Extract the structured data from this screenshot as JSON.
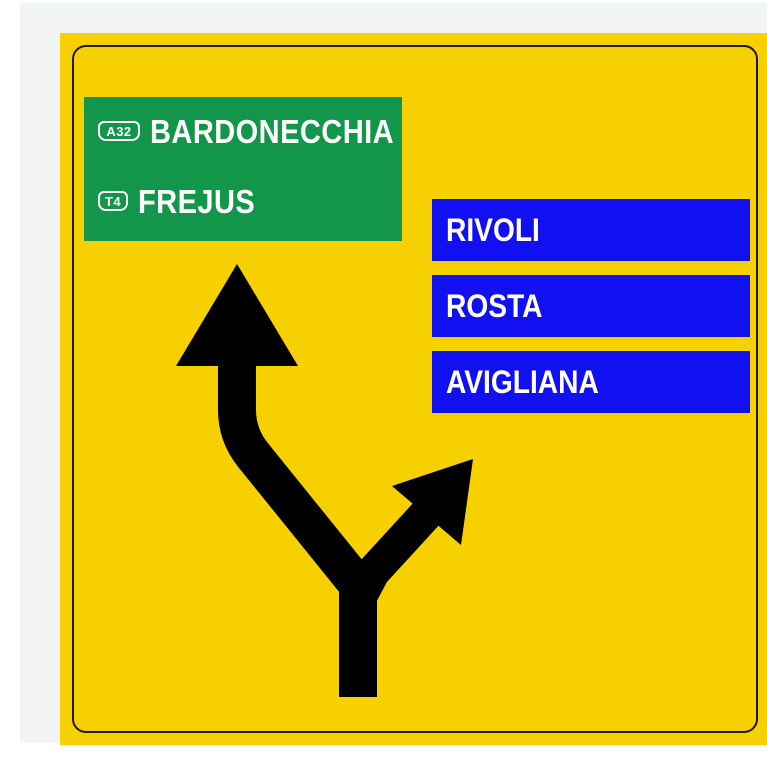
{
  "sign": {
    "background_color": "#f7d000",
    "green_panel": {
      "color": "#12964a",
      "rows": [
        {
          "route": "A32",
          "destination": "BARDONECCHIA",
          "shield_icon": "motorway-shield-icon"
        },
        {
          "route": "T4",
          "destination": "FREJUS",
          "shield_icon": "tunnel-shield-icon"
        }
      ]
    },
    "blue_panels": {
      "color": "#1010f0",
      "items": [
        "RIVOLI",
        "ROSTA",
        "AVIGLIANA"
      ]
    },
    "arrows": {
      "icon": "fork-arrow-icon",
      "directions": [
        "straight-ahead",
        "bear-right"
      ]
    }
  }
}
